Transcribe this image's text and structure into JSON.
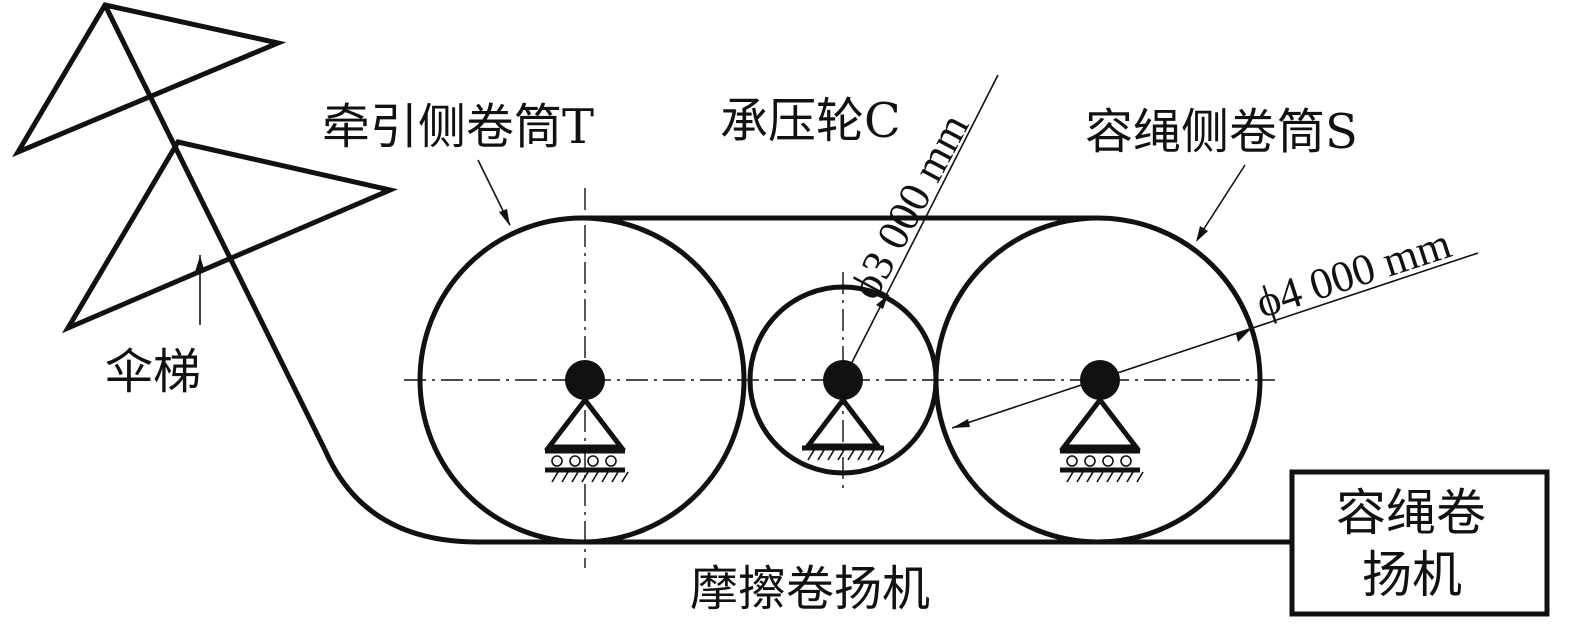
{
  "labels": {
    "traction_drum": "牵引侧卷筒T",
    "pressure_wheel": "承压轮C",
    "storage_drum": "容绳侧卷筒S",
    "umbrella_ladder": "伞梯",
    "friction_winch": "摩擦卷扬机",
    "storage_winch_line1": "容绳卷",
    "storage_winch_line2": "扬机"
  },
  "dimensions": {
    "small_diameter": "ϕ3 000 mm",
    "large_diameter": "ϕ4 000 mm"
  },
  "colors": {
    "line": "#111111",
    "background": "#ffffff"
  }
}
